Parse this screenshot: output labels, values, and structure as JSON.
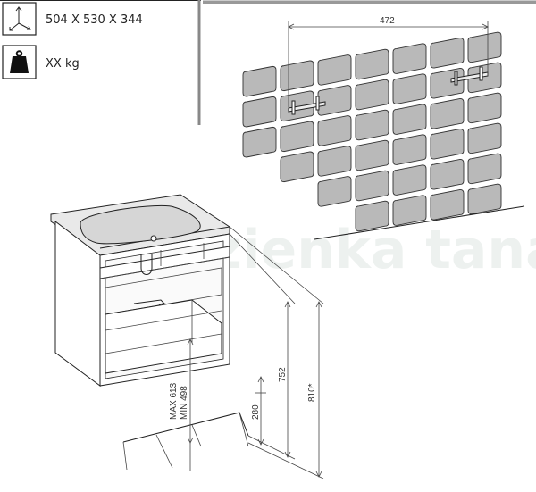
{
  "specs": {
    "dimensions": "504 X 530 X 344",
    "weight": "XX  kg"
  },
  "dimensions": {
    "mount_spacing": "472",
    "siphon_max": "MAX 613",
    "siphon_min": "MIN 498",
    "drain_height": "280",
    "cabinet_height": "752",
    "total_height": "810*"
  },
  "watermark": "lazienka tanaro",
  "icons": {
    "axes": "axes-3d-icon",
    "weight": "weight-icon"
  }
}
